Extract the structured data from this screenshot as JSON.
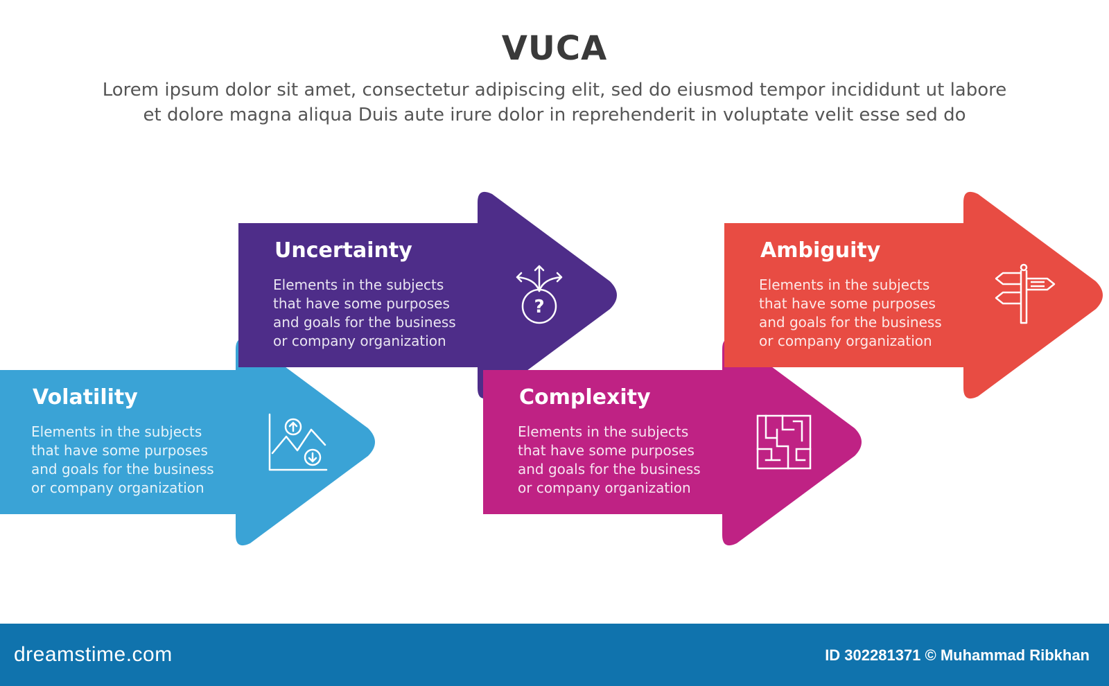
{
  "title": "VUCA",
  "subtitle_line1": "Lorem ipsum dolor sit amet, consectetur adipiscing elit, sed do eiusmod tempor incididunt ut labore",
  "subtitle_line2": "et dolore magna aliqua Duis aute irure dolor in reprehenderit in voluptate velit esse sed do",
  "items": [
    {
      "heading": "Volatility",
      "body": "Elements in the subjects that have some purposes and goals for the  business or company organization",
      "color": "#3aa3d6",
      "icon": "chart-up-down-icon"
    },
    {
      "heading": "Uncertainty",
      "body": "Elements in the subjects that have some purposes and goals for the  business or company organization",
      "color": "#4e2d89",
      "icon": "question-paths-icon"
    },
    {
      "heading": "Complexity",
      "body": "Elements in the subjects that have some purposes and goals for the  business or company organization",
      "color": "#bf2284",
      "icon": "maze-icon"
    },
    {
      "heading": "Ambiguity",
      "body": "Elements in the subjects that have some purposes and goals for the  business or company organization",
      "color": "#e84c43",
      "icon": "signpost-icon"
    }
  ],
  "footer": {
    "brand": "dreamstime.com",
    "credit": "ID 302281371 © Muhammad Ribkhan",
    "color": "#1073ad"
  }
}
